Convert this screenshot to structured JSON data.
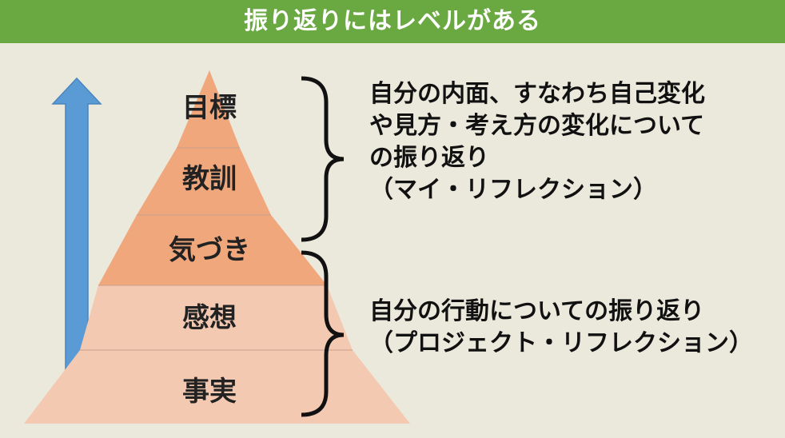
{
  "title": "振り返りにはレベルがある",
  "levels": [
    {
      "label": "目標"
    },
    {
      "label": "教訓"
    },
    {
      "label": "気づき"
    },
    {
      "label": "感想"
    },
    {
      "label": "事実"
    }
  ],
  "upper_description": {
    "lines": [
      "自分の内面、すなわち自己変化",
      "や見方・考え方の変化について",
      "の振り返り",
      "（マイ・リフレクション）"
    ]
  },
  "lower_description": {
    "lines": [
      "自分の行動についての振り返り",
      "（プロジェクト・リフレクション）"
    ]
  },
  "colors": {
    "title_bar": "#6aa842",
    "background": "#ebe8dc",
    "upper_levels": "#f1a77c",
    "lower_levels": "#f4c9b2",
    "arrow": "#5b9bd5"
  }
}
